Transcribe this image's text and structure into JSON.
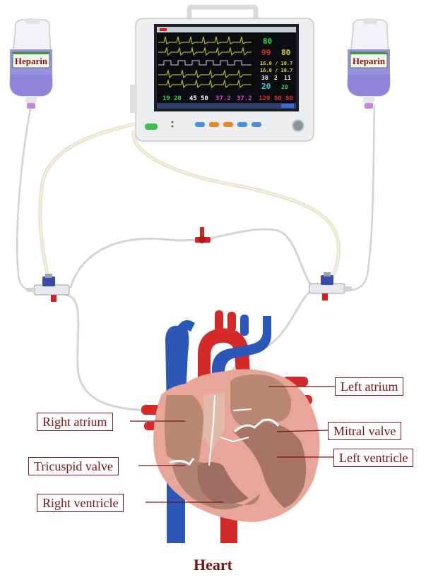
{
  "caption": "Heart",
  "bags": {
    "left_label": "Heparin",
    "right_label": "Heparin"
  },
  "labels": {
    "left_atrium": "Left atrium",
    "right_atrium": "Right atrium",
    "mitral_valve": "Mitral valve",
    "left_ventricle": "Left ventricle",
    "tricuspid_valve": "Tricuspid valve",
    "right_ventricle": "Right ventricle"
  },
  "monitor": {
    "readings": {
      "hr": "80",
      "spo2": "99",
      "pr": "80",
      "nibp1": "16.0 / 10.7",
      "nibp2": "16.0 / 10.7",
      "v1": "38",
      "v2": "2",
      "v3": "20",
      "v4": "20",
      "v5": "11",
      "b1": "19",
      "b2": "20",
      "b3": "45",
      "b4": "50",
      "b5": "37.2",
      "b6": "37.2",
      "b7": "120",
      "b8": "80",
      "b9": "80"
    }
  },
  "colors": {
    "label_text": "#7a1212",
    "label_border": "#7a1a1a",
    "vein_blue": "#2a57b8",
    "artery_red": "#d42a2a",
    "heart_wall": "#e8a59a",
    "tube": "#e9e4d2"
  }
}
